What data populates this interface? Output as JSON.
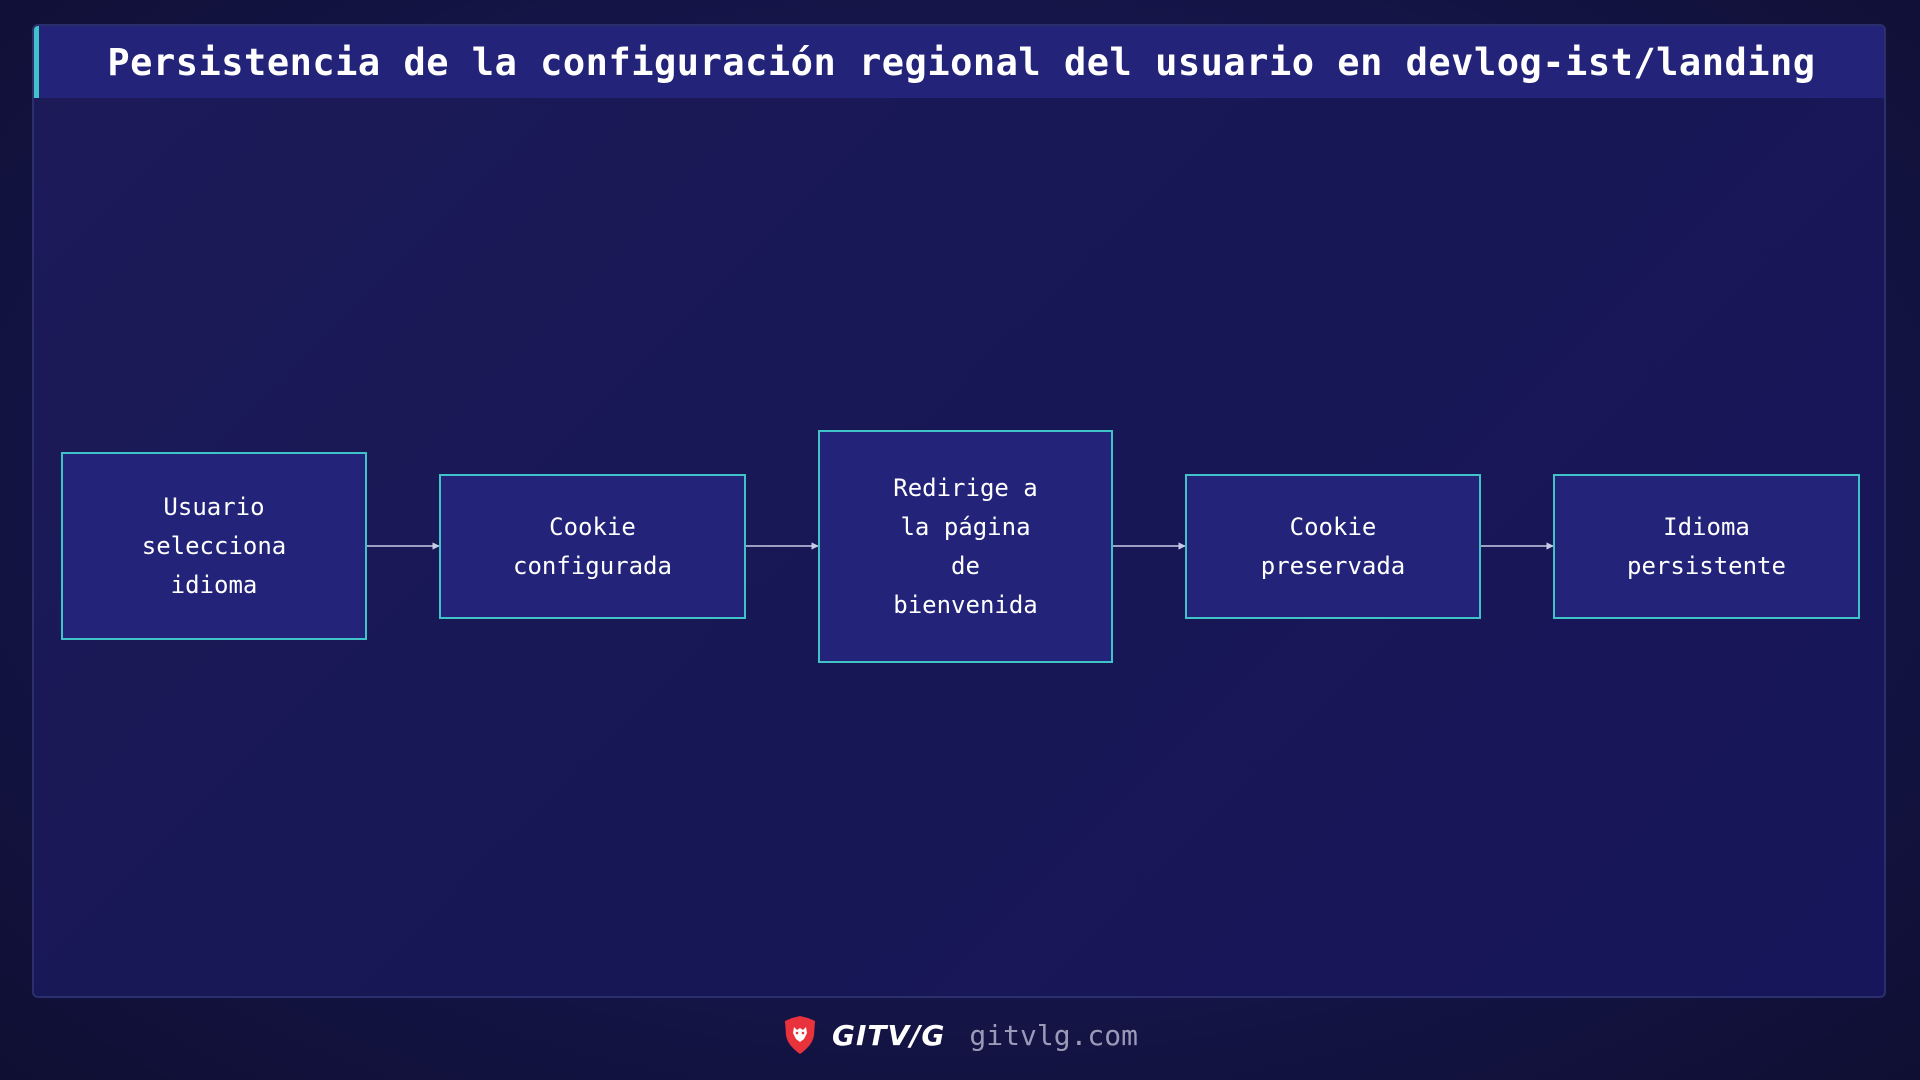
{
  "header": {
    "title": "Persistencia de la configuración regional del usuario en devlog-ist/landing"
  },
  "diagram": {
    "nodes": [
      {
        "id": "n1",
        "label": "Usuario\nselecciona\nidioma"
      },
      {
        "id": "n2",
        "label": "Cookie\nconfigurada"
      },
      {
        "id": "n3",
        "label": "Redirige a\nla página\nde\nbienvenida"
      },
      {
        "id": "n4",
        "label": "Cookie\npreservada"
      },
      {
        "id": "n5",
        "label": "Idioma\npersistente"
      }
    ],
    "edges": [
      {
        "from": "n1",
        "to": "n2"
      },
      {
        "from": "n2",
        "to": "n3"
      },
      {
        "from": "n3",
        "to": "n4"
      },
      {
        "from": "n4",
        "to": "n5"
      }
    ]
  },
  "footer": {
    "logo_icon": "lion-shield-icon",
    "brand": "GITV/G",
    "url": "gitvlg.com"
  },
  "colors": {
    "accent": "#3fc3c9",
    "node_fill": "#23237a",
    "background": "#15154a",
    "logo": "#e8333c"
  }
}
